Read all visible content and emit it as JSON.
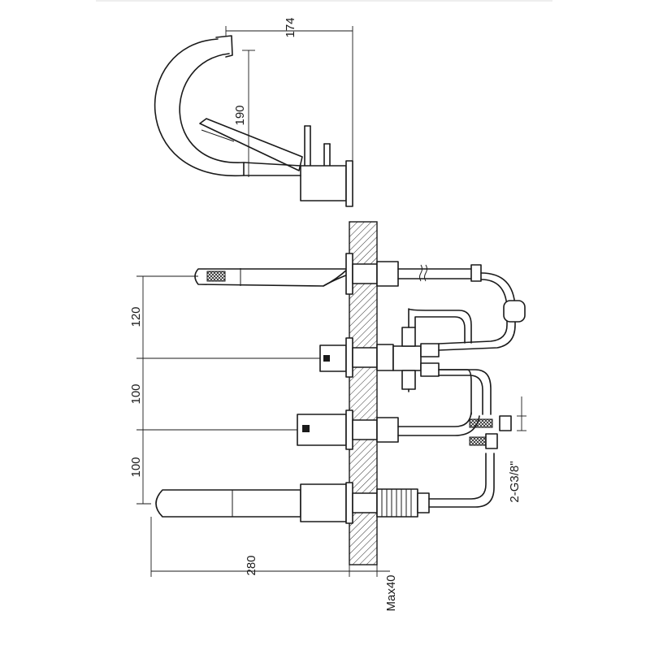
{
  "dimensions": {
    "top_width": "174",
    "top_height": "190",
    "spacing_top": "120",
    "spacing_mid": "100",
    "spacing_low": "100",
    "spout_length": "280",
    "wall_max": "Max40",
    "connection": "2-G3/8\""
  }
}
